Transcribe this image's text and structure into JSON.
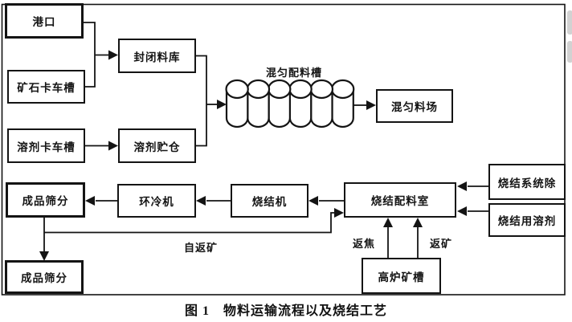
{
  "figure": {
    "caption": "图 1　物料运输流程以及烧结工艺"
  },
  "nodes": {
    "port": {
      "label": "港口"
    },
    "ore_truck_chute": {
      "label": "矿石卡车槽"
    },
    "closed_stockhouse": {
      "label": "封闭料库"
    },
    "flux_truck_chute": {
      "label": "溶剂卡车槽"
    },
    "flux_bunker": {
      "label": "溶剂贮仓"
    },
    "blending_yard": {
      "label": "混匀料场"
    },
    "product_screening_top": {
      "label": "成品筛分"
    },
    "annular_cooler": {
      "label": "环冷机"
    },
    "sintering_machine": {
      "label": "烧结机"
    },
    "sinter_proportioning_room": {
      "label": "烧结配料室"
    },
    "sinter_system_dust": {
      "label": "烧结系统除"
    },
    "sinter_flux": {
      "label": "烧结用溶剂"
    },
    "product_screening_bottom": {
      "label": "成品筛分"
    },
    "blast_furnace_bunker": {
      "label": "高炉矿槽"
    }
  },
  "edge_labels": {
    "blending_bins": "混匀配料槽",
    "self_return_ore": "自返矿",
    "return_coke": "返焦",
    "return_ore": "返矿"
  },
  "colors": {
    "line": "#141414",
    "background": "#ffffff"
  }
}
